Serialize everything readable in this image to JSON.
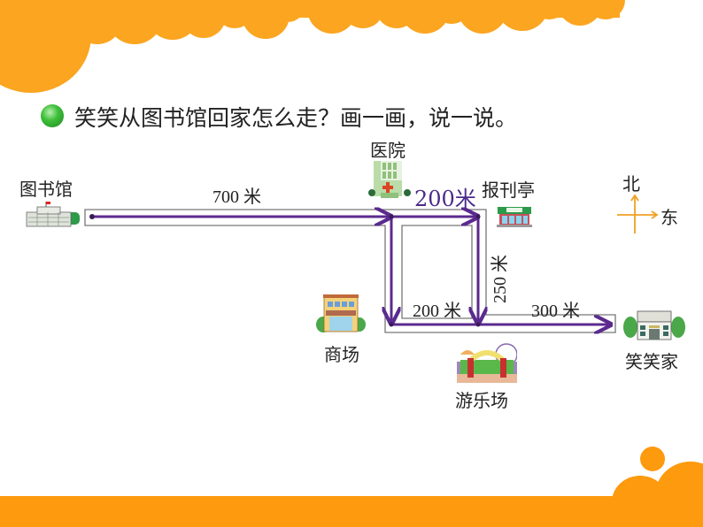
{
  "question": {
    "bullet_color": "#2fa534",
    "text": "笑笑从图书馆回家怎么走？画一画，说一说。"
  },
  "places": {
    "library": {
      "label": "图书馆",
      "icon": "library-building-icon"
    },
    "hospital": {
      "label": "医院",
      "icon": "hospital-building-icon"
    },
    "newsstand": {
      "label": "报刊亭",
      "icon": "newsstand-icon"
    },
    "mall": {
      "label": "商场",
      "icon": "shopping-mall-icon"
    },
    "amusement_park": {
      "label": "游乐场",
      "icon": "amusement-park-icon"
    },
    "home": {
      "label": "笑笑家",
      "icon": "house-icon"
    }
  },
  "distances": {
    "library_to_hospital": "700 米",
    "hospital_to_newsstand": "200米",
    "mall_to_park": "200 米",
    "newsstand_to_park": "250 米",
    "park_to_home": "300 米"
  },
  "compass": {
    "north": "北",
    "east": "东",
    "color": "#f0a020"
  },
  "colors": {
    "route": "#5b2a8e",
    "road_border": "#777777",
    "orange": "#fca31e"
  }
}
